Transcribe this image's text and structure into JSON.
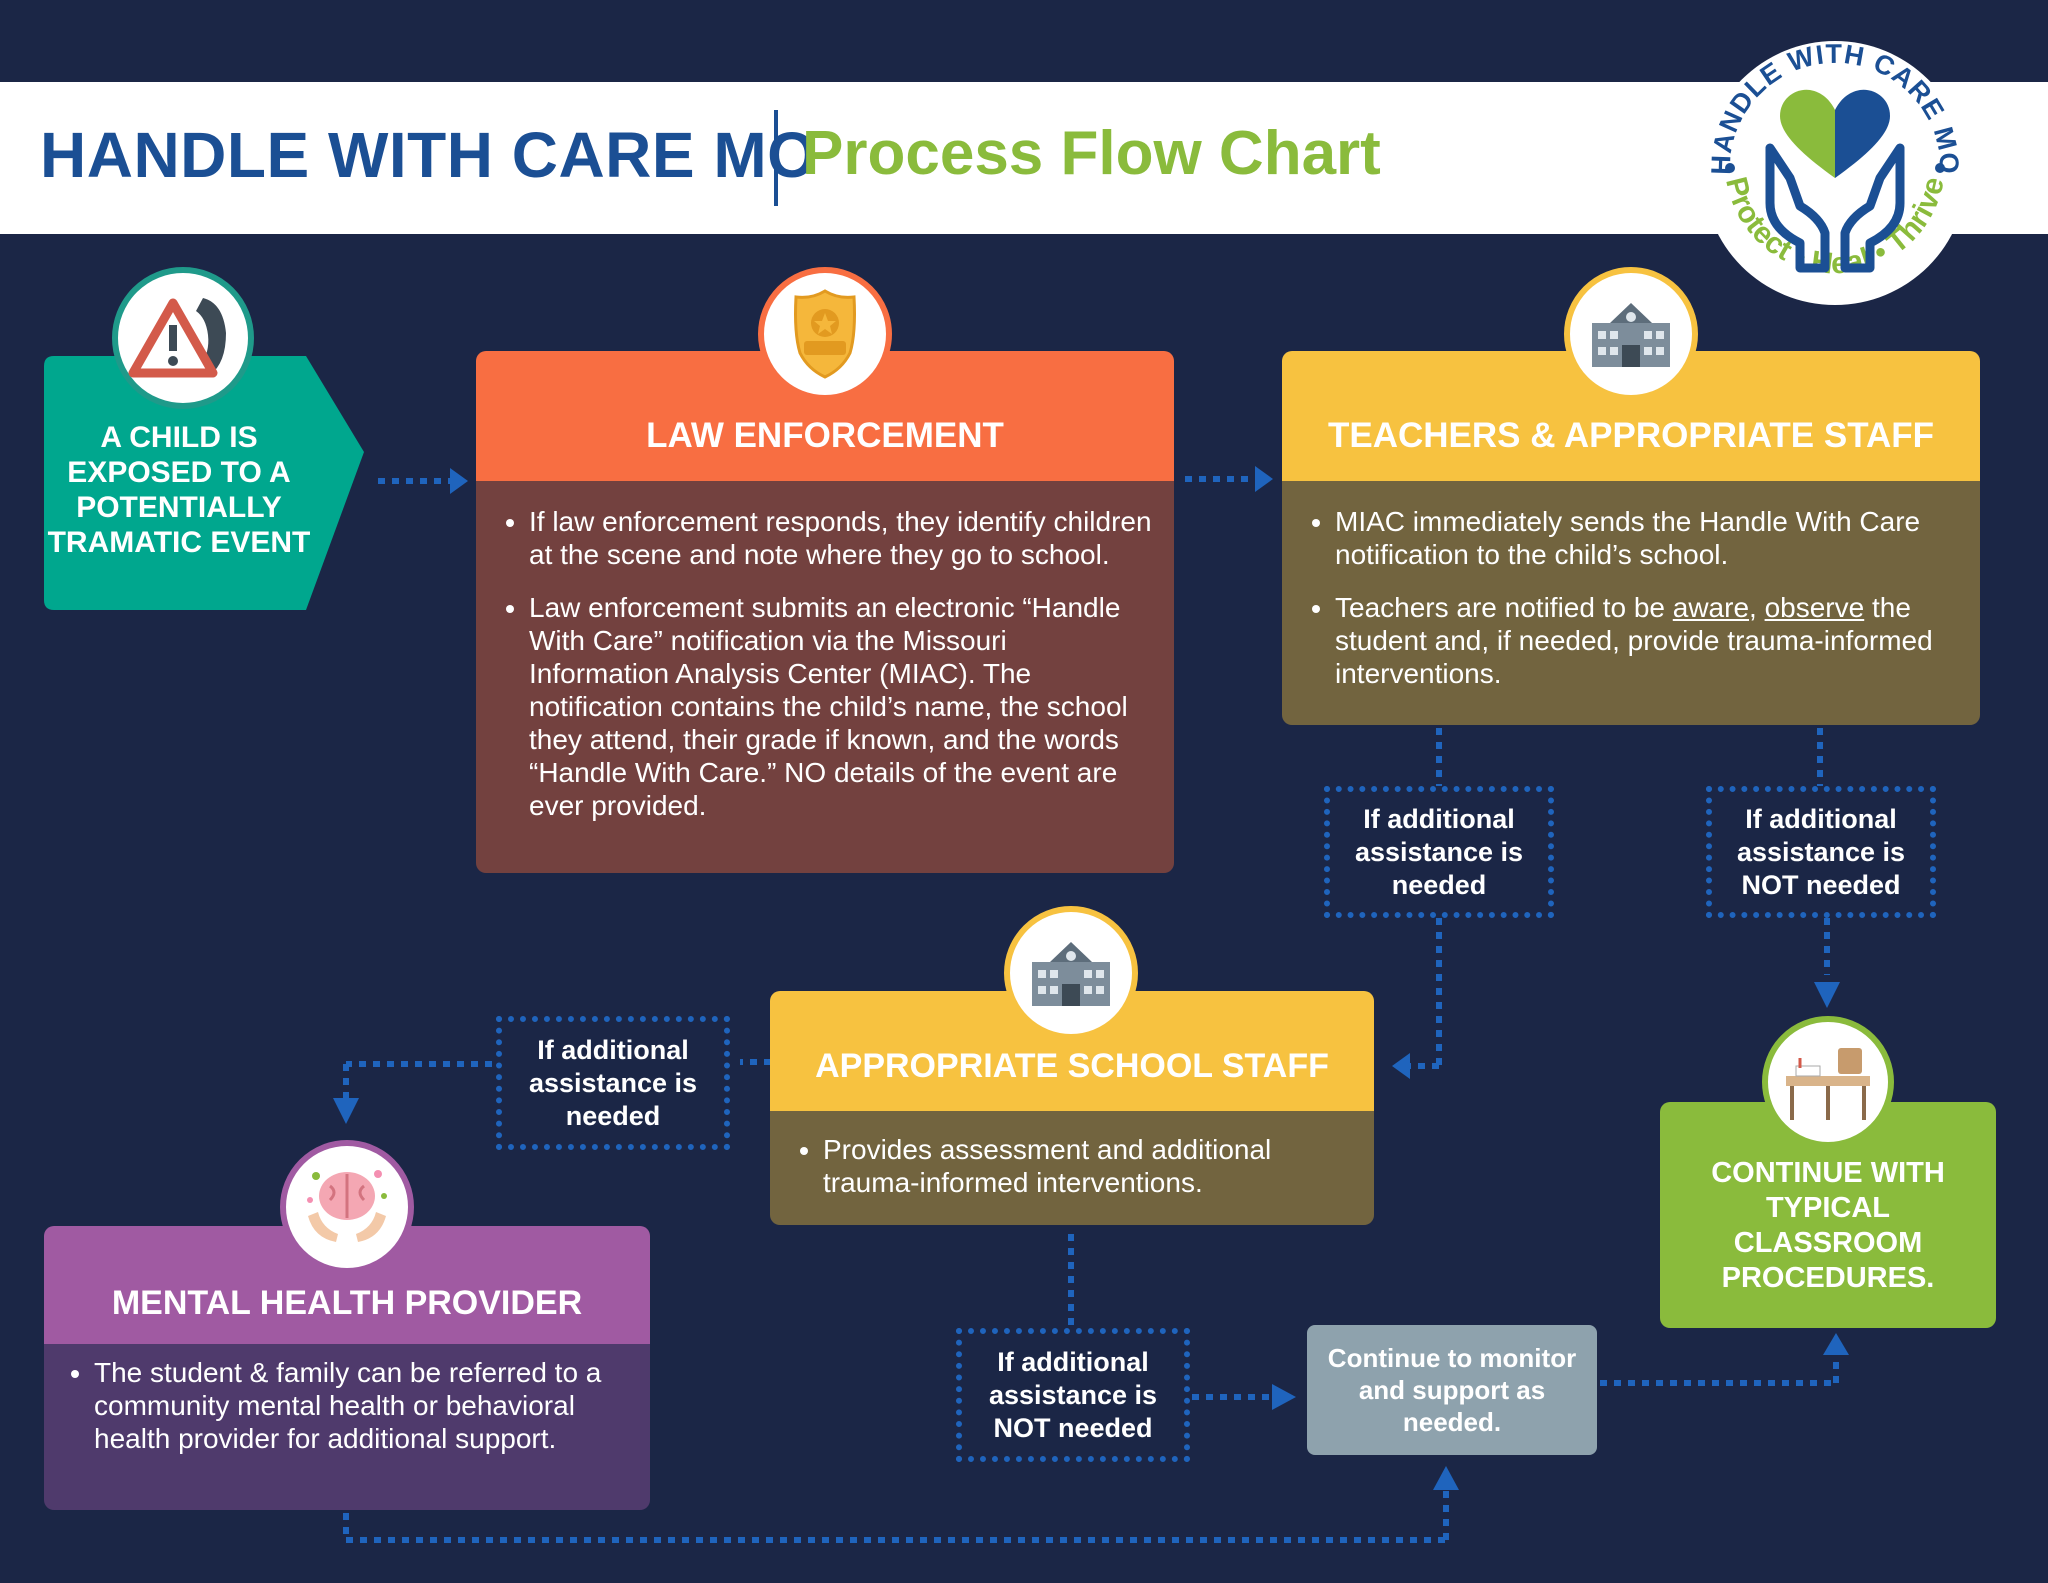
{
  "header": {
    "title": "HANDLE WITH CARE MO",
    "subtitle": "Process Flow Chart"
  },
  "logo": {
    "ring_text_top": "HANDLE WITH CARE MO",
    "ring_text_bottom": "Protect • Heal • Thrive",
    "colors": {
      "blue": "#1b4f94",
      "green": "#8abb3c"
    }
  },
  "nodes": {
    "event": {
      "text": "A CHILD IS EXPOSED TO A POTENTIALLY TRAMATIC EVENT",
      "color": "#00a78e",
      "icon": "warning-phone-icon"
    },
    "law_enforcement": {
      "title": "LAW ENFORCEMENT",
      "icon": "police-badge-icon",
      "bullets": [
        "If law enforcement responds, they identify children at the scene and note where they go to school.",
        "Law enforcement submits an electronic “Handle With Care” notification via the Missouri Information Analysis Center (MIAC). The notification contains the child’s name, the school they attend, their grade if known, and the words “Handle With Care.”  NO details of the event are ever provided."
      ],
      "header_color": "#f86e42",
      "body_color": "#73413f"
    },
    "teachers": {
      "title": "TEACHERS & APPROPRIATE STAFF",
      "icon": "school-building-icon",
      "bullet1": "MIAC immediately sends the Handle With Care notification to the child’s school.",
      "bullet2": {
        "pre": "Teachers are notified to be ",
        "u1": "aware",
        "sep": ", ",
        "u2": "observe",
        "post": " the student and, if needed, provide trauma-informed interventions."
      },
      "header_color": "#f7c240",
      "body_color": "#72643f"
    },
    "school_staff": {
      "title": "APPROPRIATE SCHOOL STAFF",
      "icon": "school-building-icon",
      "bullets": [
        "Provides assessment and additional trauma-informed interventions."
      ],
      "header_color": "#f7c240",
      "body_color": "#72643f"
    },
    "mental_health": {
      "title": "MENTAL HEALTH PROVIDER",
      "icon": "brain-hands-icon",
      "bullets": [
        "The student & family can be referred to a community mental health or behavioral health provider for additional support."
      ],
      "header_color": "#a05aa2",
      "body_color": "#4f3a6c"
    },
    "continue": {
      "text": "CONTINUE WITH TYPICAL CLASSROOM PROCEDURES.",
      "icon": "school-desk-icon",
      "color": "#8abb3c"
    },
    "monitor": {
      "text": "Continue to monitor and support as needed.",
      "color": "#8ea2ad"
    }
  },
  "decisions": {
    "teachers_needed": "If additional assistance is needed",
    "teachers_not_needed": "If additional assistance is NOT needed",
    "staff_needed": "If additional assistance is needed",
    "staff_not_needed": "If additional assistance is NOT needed"
  },
  "connector_color": "#1f64bd"
}
